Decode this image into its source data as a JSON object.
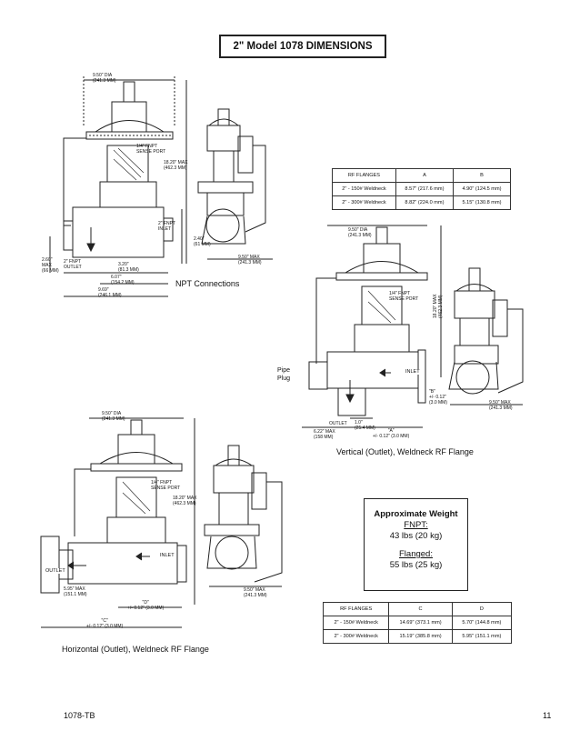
{
  "page": {
    "title": "2\" Model 1078 DIMENSIONS",
    "footer_left": "1078-TB",
    "page_number": "11"
  },
  "figure_npt": {
    "caption": "NPT Connections",
    "labels": {
      "dia": "9.50\" DIA",
      "dia_mm": "(241.3 MM)",
      "fnpt_sense_1": "1/4\" FNPT",
      "fnpt_sense_2": "SENSE PORT",
      "max_h": "18.20\" MAX",
      "max_h_mm": "(462.3 MM)",
      "inlet_1": "2\" FNPT",
      "inlet_2": "INLET",
      "h240": "2.40\"",
      "h240_mm": "(61 MM)",
      "h260": "2.60\"",
      "h260_max": "MAX",
      "h260_mm": "(66 MM)",
      "outlet_1": "2\" FNPT",
      "outlet_2": "OUTLET",
      "d320": "3.20\"",
      "d320_mm": "(81.3 MM)",
      "d607": "6.07\"",
      "d607_mm": "(154.2 MM)",
      "d969": "9.69\"",
      "d969_mm": "(246.1 MM)",
      "side_max": "9.50\" MAX",
      "side_max_mm": "(241.3 MM)"
    }
  },
  "figure_vertical": {
    "caption": "Vertical (Outlet), Weldneck RF Flange",
    "labels": {
      "dia": "9.50\" DIA",
      "dia_mm": "(241.3 MM)",
      "fnpt_sense_1": "1/4\" FNPT",
      "fnpt_sense_2": "SENSE PORT",
      "max_h": "18.20\" MAX",
      "max_h_mm": "(462.3 MM)",
      "pipe_plug_1": "Pipe",
      "pipe_plug_2": "Plug",
      "inlet": "INLET",
      "b_label": "\"B\"",
      "b_tol": "+/- 0.12\"",
      "b_tol_mm": "(3.0 MM)",
      "outlet": "OUTLET",
      "d100": "1.0\"",
      "d100_mm": "(25.4 MM)",
      "d622": "6.22\" MAX",
      "d622_mm": "(158 MM)",
      "a_label": "\"A\"",
      "a_tol": "+/- 0.12\" (3.0 MM)",
      "side_max": "9.50\" MAX",
      "side_max_mm": "(241.3 MM)"
    }
  },
  "figure_horizontal": {
    "caption": "Horizontal (Outlet), Weldneck RF Flange",
    "labels": {
      "dia": "9.50\" DIA",
      "dia_mm": "(241.3 MM)",
      "fnpt_sense_1": "1/4\" FNPT",
      "fnpt_sense_2": "SENSE PORT",
      "max_h": "18.20\" MAX",
      "max_h_mm": "(462.3 MM)",
      "inlet": "INLET",
      "outlet": "OUTLET",
      "d595": "5.95\" MAX",
      "d595_mm": "(151.1 MM)",
      "d_label": "\"D\"",
      "d_tol": "+/- 0.12\" (3.0 MM)",
      "c_label": "\"C\"",
      "c_tol": "+/- 0.12\" (3.0 MM)",
      "side_max": "9.50\" MAX",
      "side_max_mm": "(241.3 MM)"
    }
  },
  "table_ab": {
    "headers": [
      "RF FLANGES",
      "A",
      "B"
    ],
    "rows": [
      [
        "2\" - 150# Weldneck",
        "8.57\" (217.6 mm)",
        "4.90\" (124.5 mm)"
      ],
      [
        "2\" - 300# Weldneck",
        "8.82\" (224.0 mm)",
        "5.15\" (130.8 mm)"
      ]
    ]
  },
  "table_cd": {
    "headers": [
      "RF FLANGES",
      "C",
      "D"
    ],
    "rows": [
      [
        "2\" - 150# Weldneck",
        "14.69\" (373.1 mm)",
        "5.70\" (144.8 mm)"
      ],
      [
        "2\" - 300# Weldneck",
        "15.19\" (385.8 mm)",
        "5.95\" (151.1 mm)"
      ]
    ]
  },
  "weight": {
    "title": "Approximate Weight",
    "fnpt_label": "FNPT:",
    "fnpt_value": "43 lbs (20 kg)",
    "flanged_label": "Flanged:",
    "flanged_value": "55 lbs (25 kg)"
  }
}
